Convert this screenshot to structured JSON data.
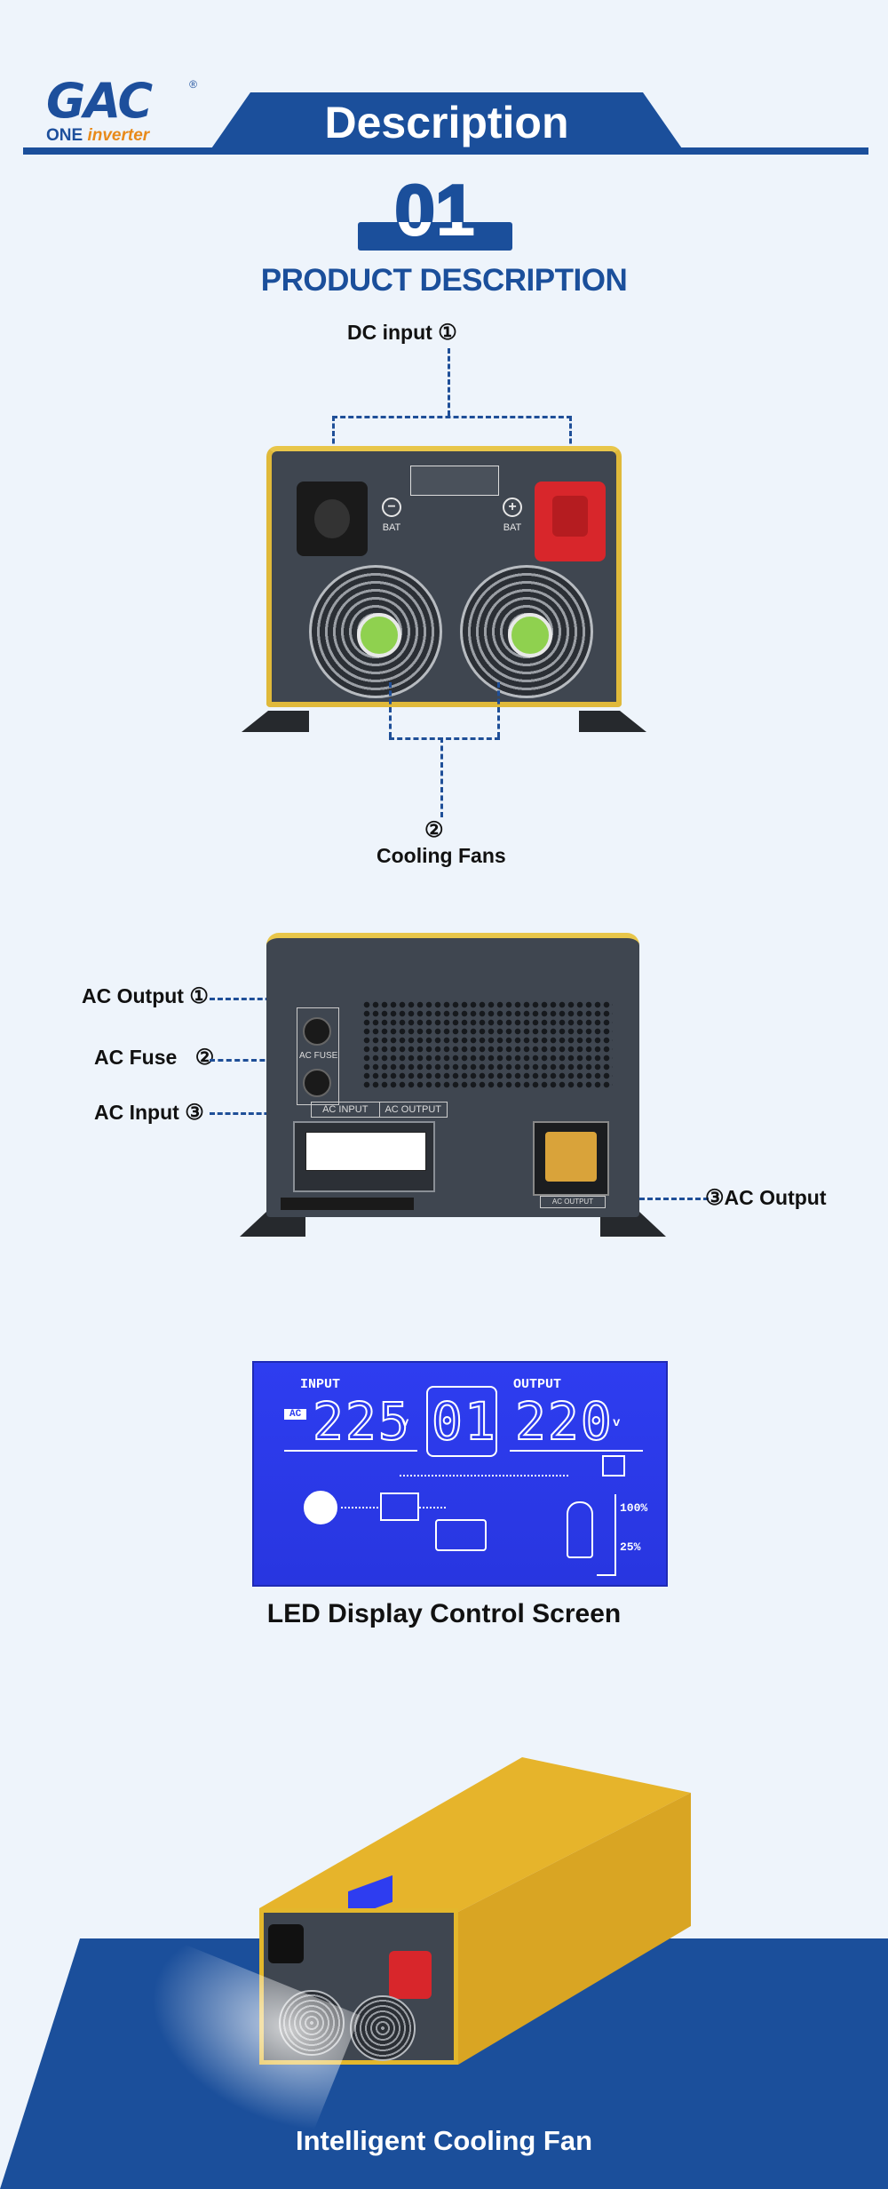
{
  "header": {
    "logo_mark": "GAC",
    "logo_sub_1": "ONE ",
    "logo_sub_2": "inverter",
    "logo_reg": "®",
    "banner_title": "Description"
  },
  "section": {
    "number": "01",
    "title": "PRODUCT DESCRIPTION"
  },
  "panel1": {
    "dc_input": {
      "label": "DC input",
      "num": "①"
    },
    "cooling_fans": {
      "label": "Cooling Fans",
      "num": "②"
    },
    "bat_minus": "BAT",
    "bat_plus": "BAT"
  },
  "panel2": {
    "ac_output": {
      "label": "AC Output",
      "num": "①"
    },
    "ac_fuse": {
      "label": "AC Fuse",
      "num": "②"
    },
    "ac_input": {
      "label": "AC Input",
      "num": "③"
    },
    "ac_output_right": {
      "label": "AC Output",
      "num": "③"
    },
    "fuse_panel_label": "AC FUSE",
    "io_input": "AC INPUT",
    "io_output": "AC OUTPUT"
  },
  "lcd": {
    "input_label": "INPUT",
    "output_label": "OUTPUT",
    "ac_tag": "AC",
    "input_value": "225",
    "mode_value": "01",
    "output_value": "220",
    "unit_v1": "v",
    "unit_v2": "v",
    "pct_100": "100%",
    "pct_25": "25%",
    "caption": "LED Display Control Screen"
  },
  "bottom": {
    "caption": "Intelligent Cooling Fan"
  },
  "colors": {
    "brand_blue": "#1b4f9b",
    "background": "#eef4fb",
    "lcd_blue": "#2e3df0",
    "case_yellow": "#e6b42b",
    "terminal_red": "#d8262b"
  }
}
